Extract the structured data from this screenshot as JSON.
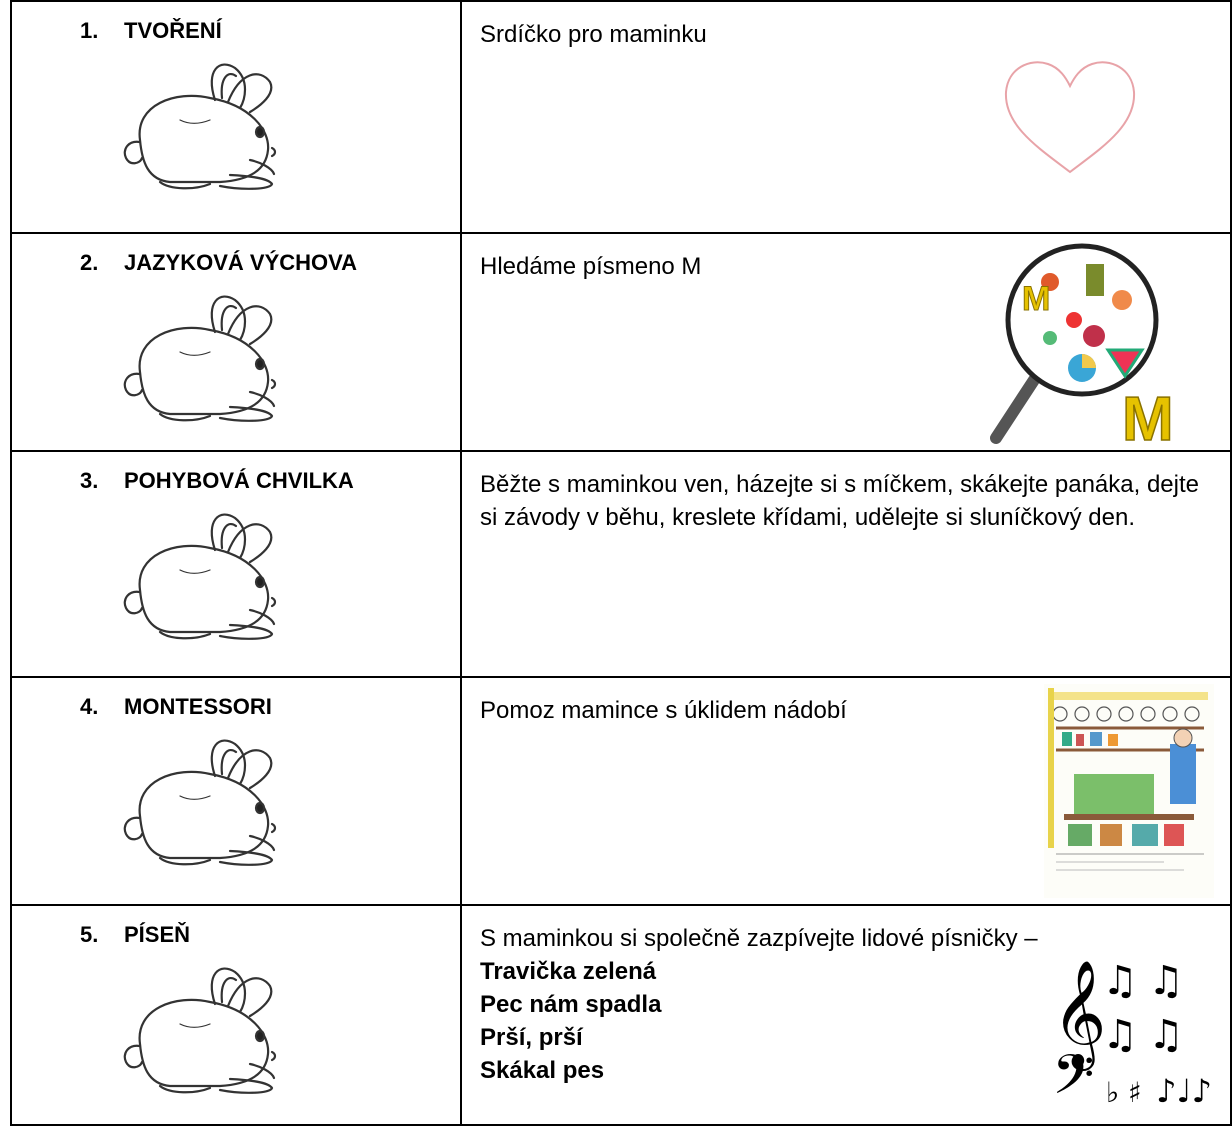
{
  "rows": [
    {
      "num": "1.",
      "title": "TVOŘENÍ",
      "desc": "Srdíčko pro maminku",
      "illustration": "heart-outline-drawing"
    },
    {
      "num": "2.",
      "title": "JAZYKOVÁ VÝCHOVA",
      "desc": "Hledáme písmeno M",
      "illustration": "magnifying-glass-letter-m",
      "picture_text": "M"
    },
    {
      "num": "3.",
      "title": "POHYBOVÁ CHVILKA",
      "desc": "Běžte s maminkou ven, házejte si s míčkem, skákejte panáka, dejte si závody v běhu, kreslete křídami, udělejte si sluníčkový den."
    },
    {
      "num": "4.",
      "title": "MONTESSORI",
      "desc": "Pomoz mamince s úklidem nádobí",
      "illustration": "kitchen-shelves-worksheet"
    },
    {
      "num": "5.",
      "title": "PÍSEŇ",
      "desc": "S maminkou si společně zazpívejte lidové písničky –",
      "songs": [
        "Travička zelená",
        "Pec nám spadla",
        "Prší, prší",
        "Skákal pes"
      ],
      "illustration": "music-notes"
    }
  ],
  "row_icon": "bunny-drawing",
  "colors": {
    "heart": "#e8a3a8",
    "border": "#000000",
    "letter_m": "#e6c200"
  }
}
